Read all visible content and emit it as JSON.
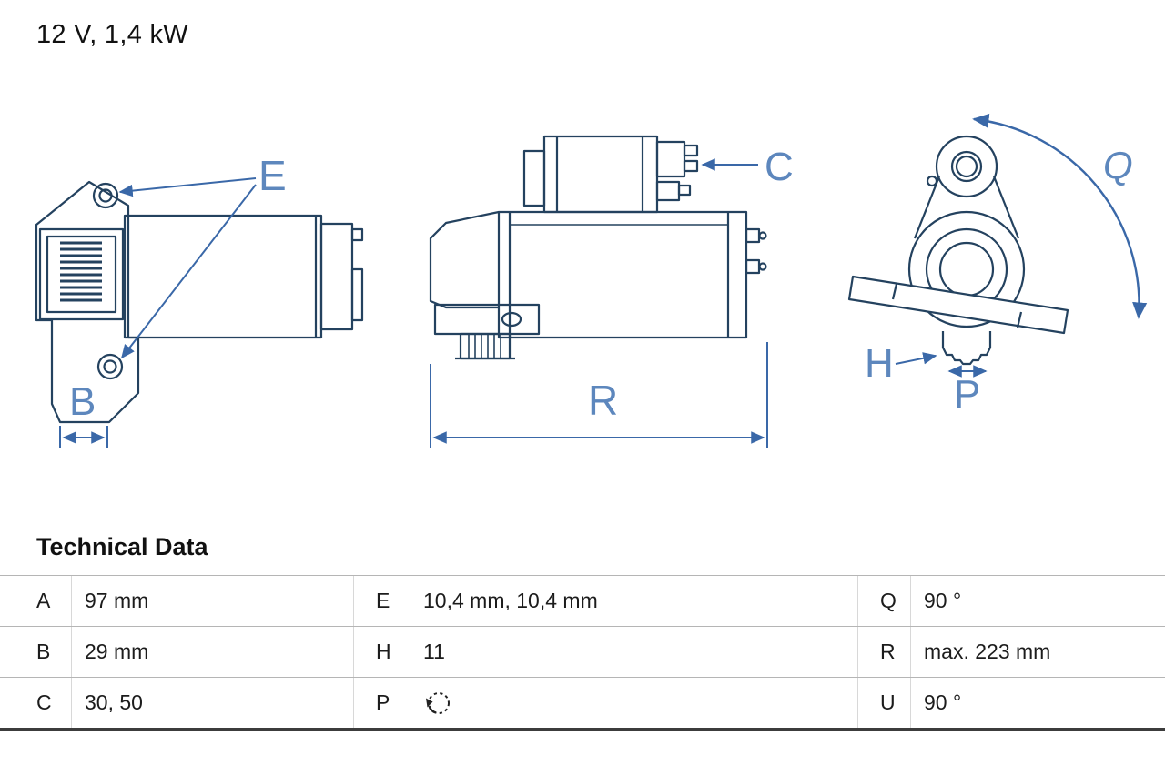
{
  "title": "12 V, 1,4 kW",
  "section_heading": "Technical Data",
  "diagram": {
    "ink_color": "#24425f",
    "dimension_color": "#3a68a8",
    "label_color": "#5d87bd",
    "labels": {
      "E": "E",
      "C": "C",
      "B": "B",
      "R": "R",
      "H": "H",
      "P": "P",
      "Q": "Q"
    }
  },
  "table": {
    "rows": [
      {
        "cells": [
          {
            "key": "A",
            "value": "97 mm"
          },
          {
            "key": "E",
            "value": "10,4 mm, 10,4 mm"
          },
          {
            "key": "Q",
            "value": "90 °"
          }
        ]
      },
      {
        "cells": [
          {
            "key": "B",
            "value": "29 mm"
          },
          {
            "key": "H",
            "value": "11"
          },
          {
            "key": "R",
            "value": "max. 223 mm"
          }
        ]
      },
      {
        "cells": [
          {
            "key": "C",
            "value": "30, 50"
          },
          {
            "key": "P",
            "value": "",
            "icon": "rotation-counterclockwise-icon"
          },
          {
            "key": "U",
            "value": "90 °"
          }
        ]
      }
    ]
  }
}
